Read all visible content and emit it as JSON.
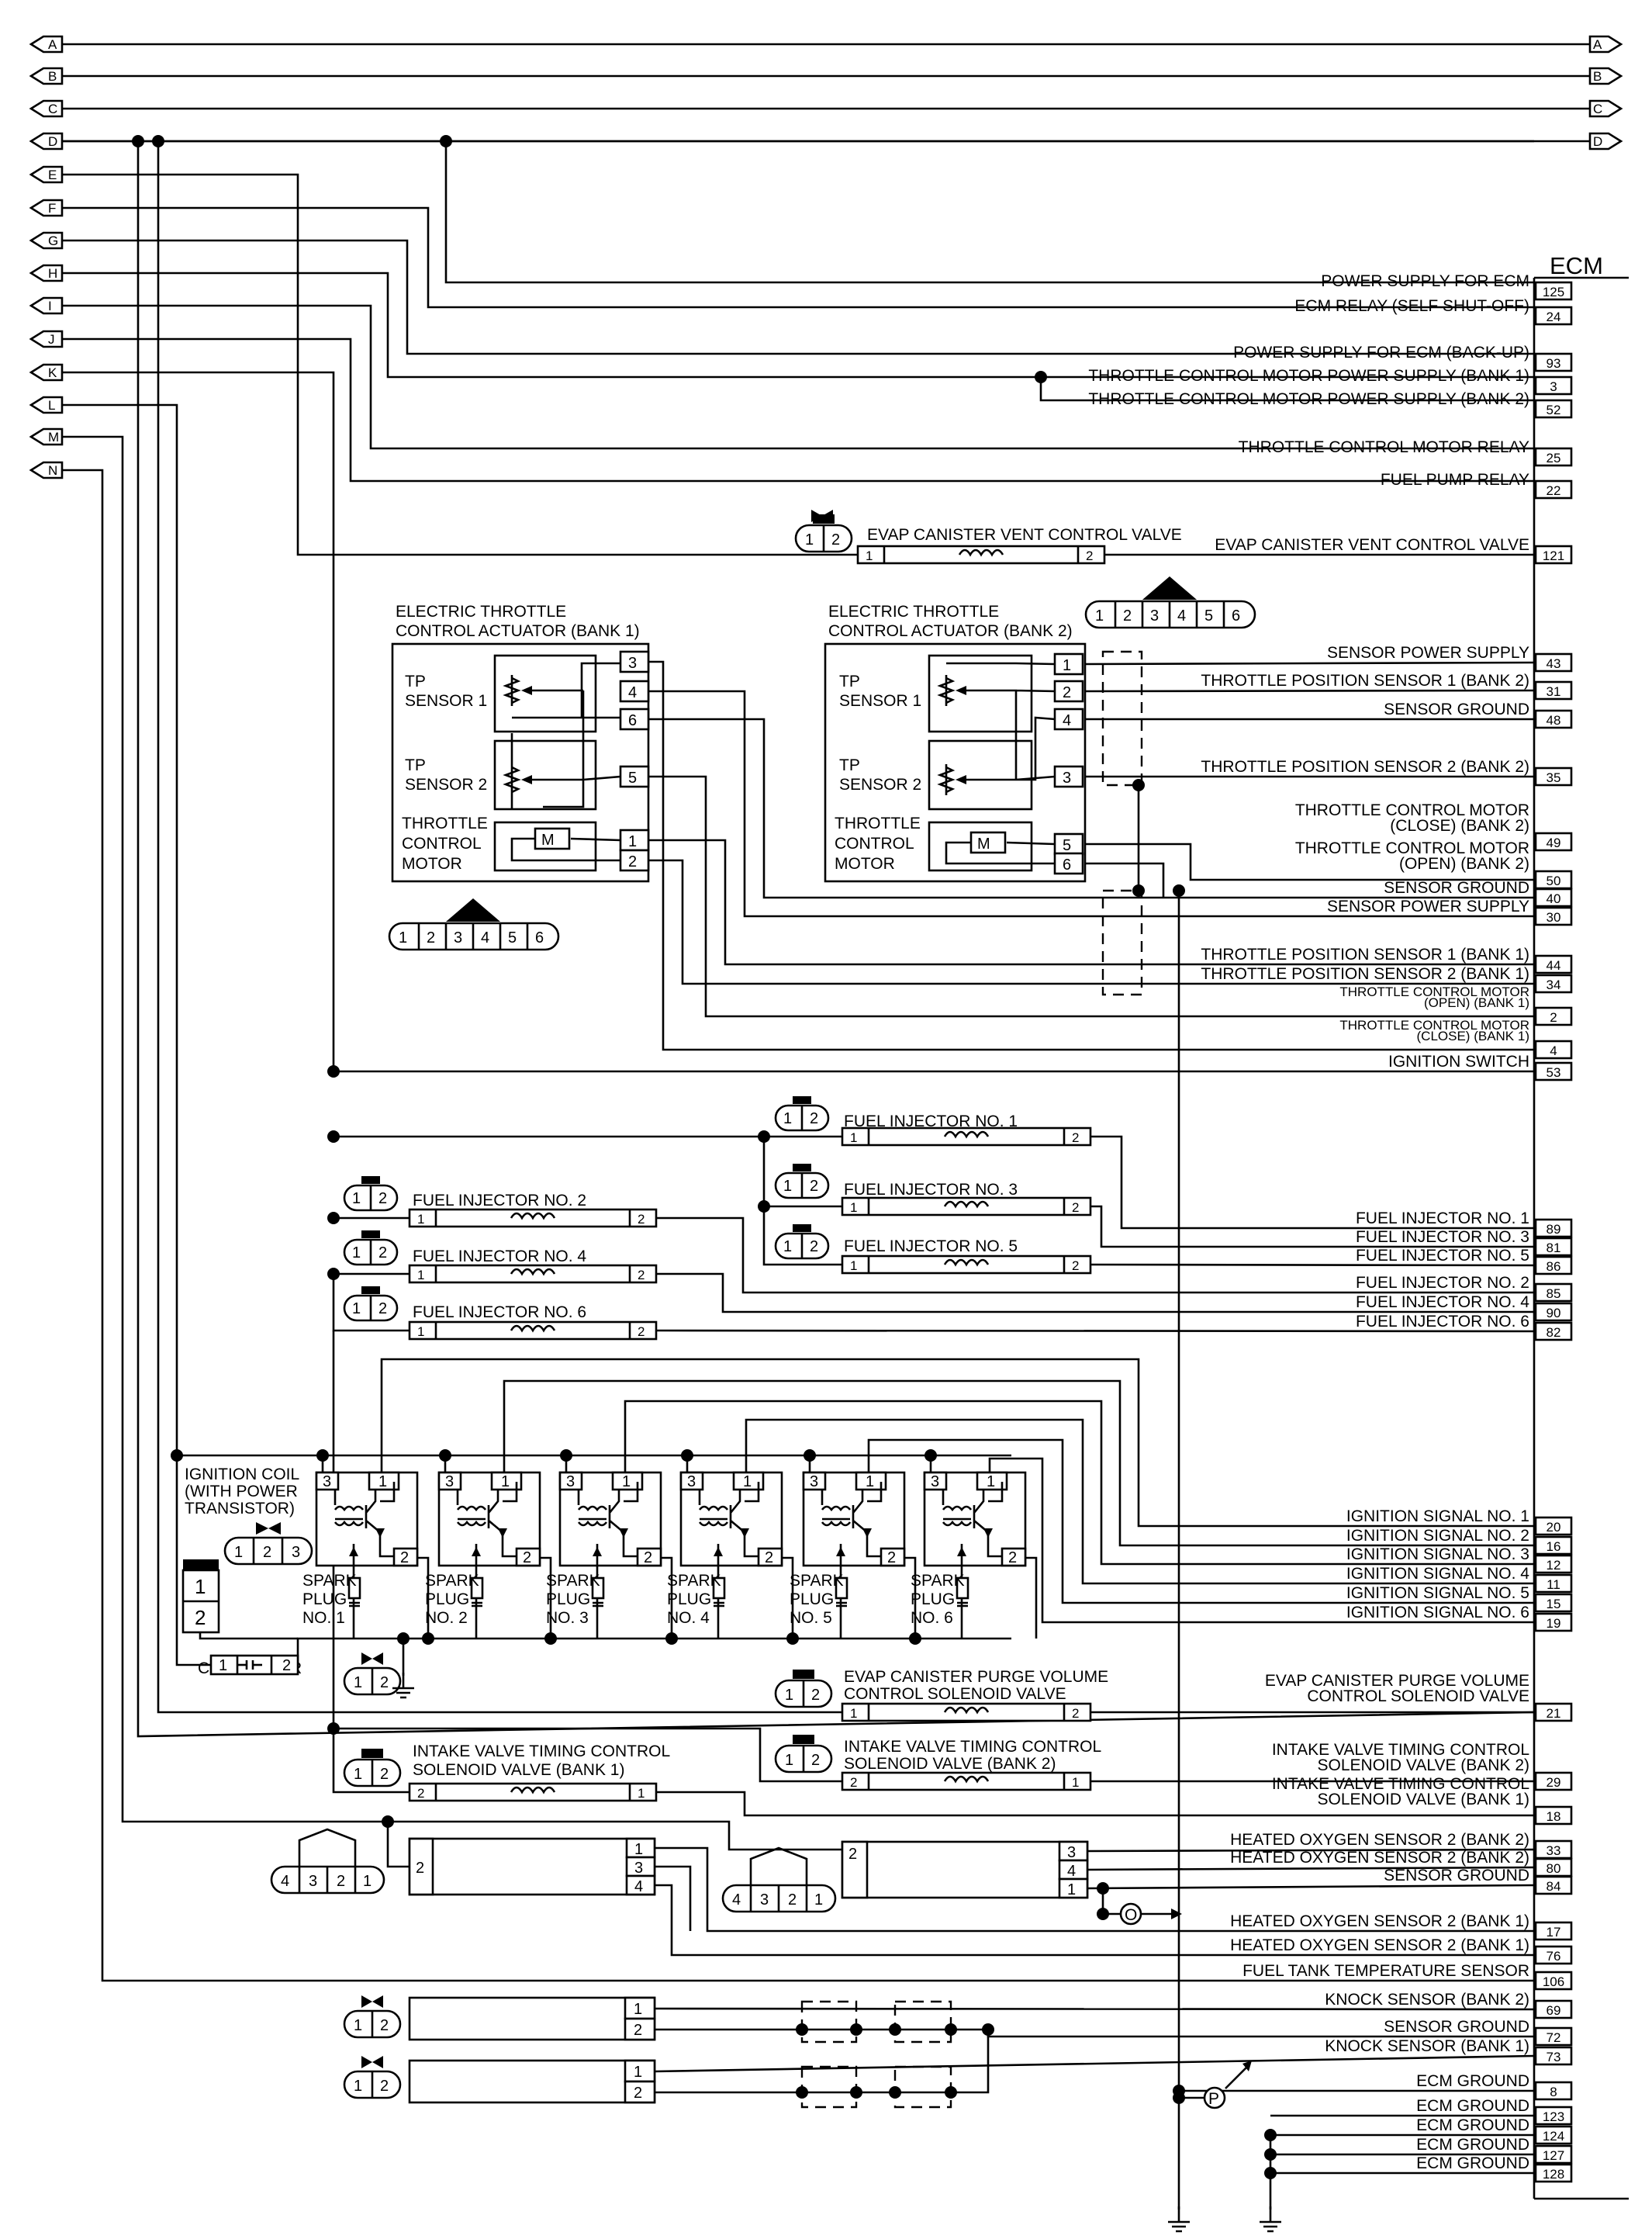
{
  "ecm_title": "ECM",
  "connectors_left": [
    "A",
    "B",
    "C",
    "D",
    "E",
    "F",
    "G",
    "H",
    "I",
    "J",
    "K",
    "L",
    "M",
    "N"
  ],
  "connectors_right": [
    "A",
    "B",
    "C",
    "D"
  ],
  "ecm_pins": [
    {
      "id": "pwr_ecm",
      "label": "POWER SUPPLY FOR ECM",
      "pin": "125"
    },
    {
      "id": "ecm_relay",
      "label": "ECM RELAY (SELF SHUT-OFF)",
      "pin": "24"
    },
    {
      "id": "pwr_backup",
      "label": "POWER SUPPLY FOR ECM (BACK-UP)",
      "pin": "93"
    },
    {
      "id": "tcm_b1",
      "label": "THROTTLE CONTROL MOTOR POWER SUPPLY (BANK 1)",
      "pin": "3"
    },
    {
      "id": "tcm_b2",
      "label": "THROTTLE CONTROL MOTOR POWER SUPPLY (BANK 2)",
      "pin": "52"
    },
    {
      "id": "tcm_relay",
      "label": "THROTTLE CONTROL MOTOR RELAY",
      "pin": "25"
    },
    {
      "id": "fp_relay",
      "label": "FUEL PUMP RELAY",
      "pin": "22"
    },
    {
      "id": "evap_vent",
      "label": "EVAP CANISTER VENT CONTROL VALVE",
      "pin": "121"
    },
    {
      "id": "sps43",
      "label": "SENSOR POWER SUPPLY",
      "pin": "43"
    },
    {
      "id": "tps1b2",
      "label": "THROTTLE POSITION SENSOR 1 (BANK 2)",
      "pin": "31"
    },
    {
      "id": "sg48",
      "label": "SENSOR GROUND",
      "pin": "48"
    },
    {
      "id": "tps2b2",
      "label": "THROTTLE POSITION SENSOR 2 (BANK 2)",
      "pin": "35"
    },
    {
      "id": "tmc_close_b2",
      "label": "THROTTLE CONTROL MOTOR (CLOSE) (BANK 2)",
      "pin": "49"
    },
    {
      "id": "tmc_open_b2",
      "label": "THROTTLE CONTROL MOTOR (OPEN) (BANK 2)",
      "pin": "50"
    },
    {
      "id": "sg40",
      "label": "SENSOR GROUND",
      "pin": "40"
    },
    {
      "id": "sps30",
      "label": "SENSOR POWER SUPPLY",
      "pin": "30"
    },
    {
      "id": "tps1b1",
      "label": "THROTTLE POSITION SENSOR 1 (BANK 1)",
      "pin": "44"
    },
    {
      "id": "tps2b1",
      "label": "THROTTLE POSITION SENSOR 2 (BANK 1)",
      "pin": "34"
    },
    {
      "id": "tmc_open_b1",
      "label": "THROTTLE CONTROL MOTOR (OPEN) (BANK 1)",
      "pin": "2"
    },
    {
      "id": "tmc_close_b1",
      "label": "THROTTLE CONTROL MOTOR (CLOSE) (BANK 1)",
      "pin": "4"
    },
    {
      "id": "ign_sw",
      "label": "IGNITION SWITCH",
      "pin": "53"
    },
    {
      "id": "fi1",
      "label": "FUEL INJECTOR NO. 1",
      "pin": "89"
    },
    {
      "id": "fi3",
      "label": "FUEL INJECTOR NO. 3",
      "pin": "81"
    },
    {
      "id": "fi5",
      "label": "FUEL INJECTOR NO. 5",
      "pin": "86"
    },
    {
      "id": "fi2",
      "label": "FUEL INJECTOR NO. 2",
      "pin": "85"
    },
    {
      "id": "fi4",
      "label": "FUEL INJECTOR NO. 4",
      "pin": "90"
    },
    {
      "id": "fi6",
      "label": "FUEL INJECTOR NO. 6",
      "pin": "82"
    },
    {
      "id": "ig1",
      "label": "IGNITION SIGNAL NO. 1",
      "pin": "20"
    },
    {
      "id": "ig2",
      "label": "IGNITION SIGNAL NO. 2",
      "pin": "16"
    },
    {
      "id": "ig3",
      "label": "IGNITION SIGNAL NO. 3",
      "pin": "12"
    },
    {
      "id": "ig4",
      "label": "IGNITION SIGNAL NO. 4",
      "pin": "11"
    },
    {
      "id": "ig5",
      "label": "IGNITION SIGNAL NO. 5",
      "pin": "15"
    },
    {
      "id": "ig6",
      "label": "IGNITION SIGNAL NO. 6",
      "pin": "19"
    },
    {
      "id": "evap_purge",
      "label": "EVAP CANISTER PURGE VOLUME CONTROL SOLENOID VALVE",
      "pin": "21"
    },
    {
      "id": "ivt_b2",
      "label": "INTAKE VALVE TIMING CONTROL SOLENOID VALVE (BANK 2)",
      "pin": "29"
    },
    {
      "id": "ivt_b1",
      "label": "INTAKE VALVE TIMING CONTROL SOLENOID VALVE (BANK 1)",
      "pin": "18"
    },
    {
      "id": "hos33",
      "label": "HEATED OXYGEN SENSOR 2 (BANK 2)",
      "pin": "33"
    },
    {
      "id": "hos80",
      "label": "HEATED OXYGEN SENSOR 2 (BANK 2)",
      "pin": "80"
    },
    {
      "id": "sg84",
      "label": "SENSOR GROUND",
      "pin": "84"
    },
    {
      "id": "hos17",
      "label": "HEATED OXYGEN SENSOR 2 (BANK 1)",
      "pin": "17"
    },
    {
      "id": "hos76",
      "label": "HEATED OXYGEN SENSOR 2 (BANK 1)",
      "pin": "76"
    },
    {
      "id": "ftts",
      "label": "FUEL TANK TEMPERATURE SENSOR",
      "pin": "106"
    },
    {
      "id": "ks_b2",
      "label": "KNOCK SENSOR (BANK 2)",
      "pin": "69"
    },
    {
      "id": "sg72",
      "label": "SENSOR GROUND",
      "pin": "72"
    },
    {
      "id": "ks_b1",
      "label": "KNOCK SENSOR (BANK 1)",
      "pin": "73"
    },
    {
      "id": "ecmg8",
      "label": "ECM GROUND",
      "pin": "8"
    },
    {
      "id": "ecmg123",
      "label": "ECM GROUND",
      "pin": "123"
    },
    {
      "id": "ecmg124",
      "label": "ECM GROUND",
      "pin": "124"
    },
    {
      "id": "ecmg127",
      "label": "ECM GROUND",
      "pin": "127"
    },
    {
      "id": "ecmg128",
      "label": "ECM GROUND",
      "pin": "128"
    }
  ],
  "components": {
    "etc_b1": "ELECTRIC THROTTLE CONTROL ACTUATOR (BANK 1)",
    "etc_b2": "ELECTRIC THROTTLE CONTROL ACTUATOR (BANK 2)",
    "tp1": "TP SENSOR 1",
    "tp2": "TP SENSOR 2",
    "motor": "THROTTLE CONTROL MOTOR",
    "evap_vent": "EVAP CANISTER VENT CONTROL VALVE",
    "fi_labels": [
      "FUEL INJECTOR NO. 1",
      "FUEL INJECTOR NO. 3",
      "FUEL INJECTOR NO. 5",
      "FUEL INJECTOR NO. 2",
      "FUEL INJECTOR NO. 4",
      "FUEL INJECTOR NO. 6"
    ],
    "ign_coil": "IGNITION COIL (WITH POWER TRANSISTOR)",
    "spark_plugs": [
      "SPARK PLUG NO. 1",
      "SPARK PLUG NO. 2",
      "SPARK PLUG NO. 3",
      "SPARK PLUG NO. 4",
      "SPARK PLUG NO. 5",
      "SPARK PLUG NO. 6"
    ],
    "condenser": "CONDENSER",
    "evap_purge": "EVAP CANISTER PURGE VOLUME CONTROL SOLENOID VALVE",
    "ivt_b1": "INTAKE VALVE TIMING CONTROL SOLENOID VALVE (BANK 1)",
    "ivt_b2": "INTAKE VALVE TIMING CONTROL SOLENOID VALVE (BANK 2)",
    "hos_b1": "HEATED OXYGEN SENSOR 2 (BANK 1)",
    "hos_b2": "HEATED OXYGEN SENSOR 2 (BANK 2)",
    "ks_b2": "KNOCK SENSOR (BANK 2)",
    "ks_b1": "KNOCK SENSOR (BANK 1)",
    "marker_o": "O",
    "marker_p": "P"
  }
}
